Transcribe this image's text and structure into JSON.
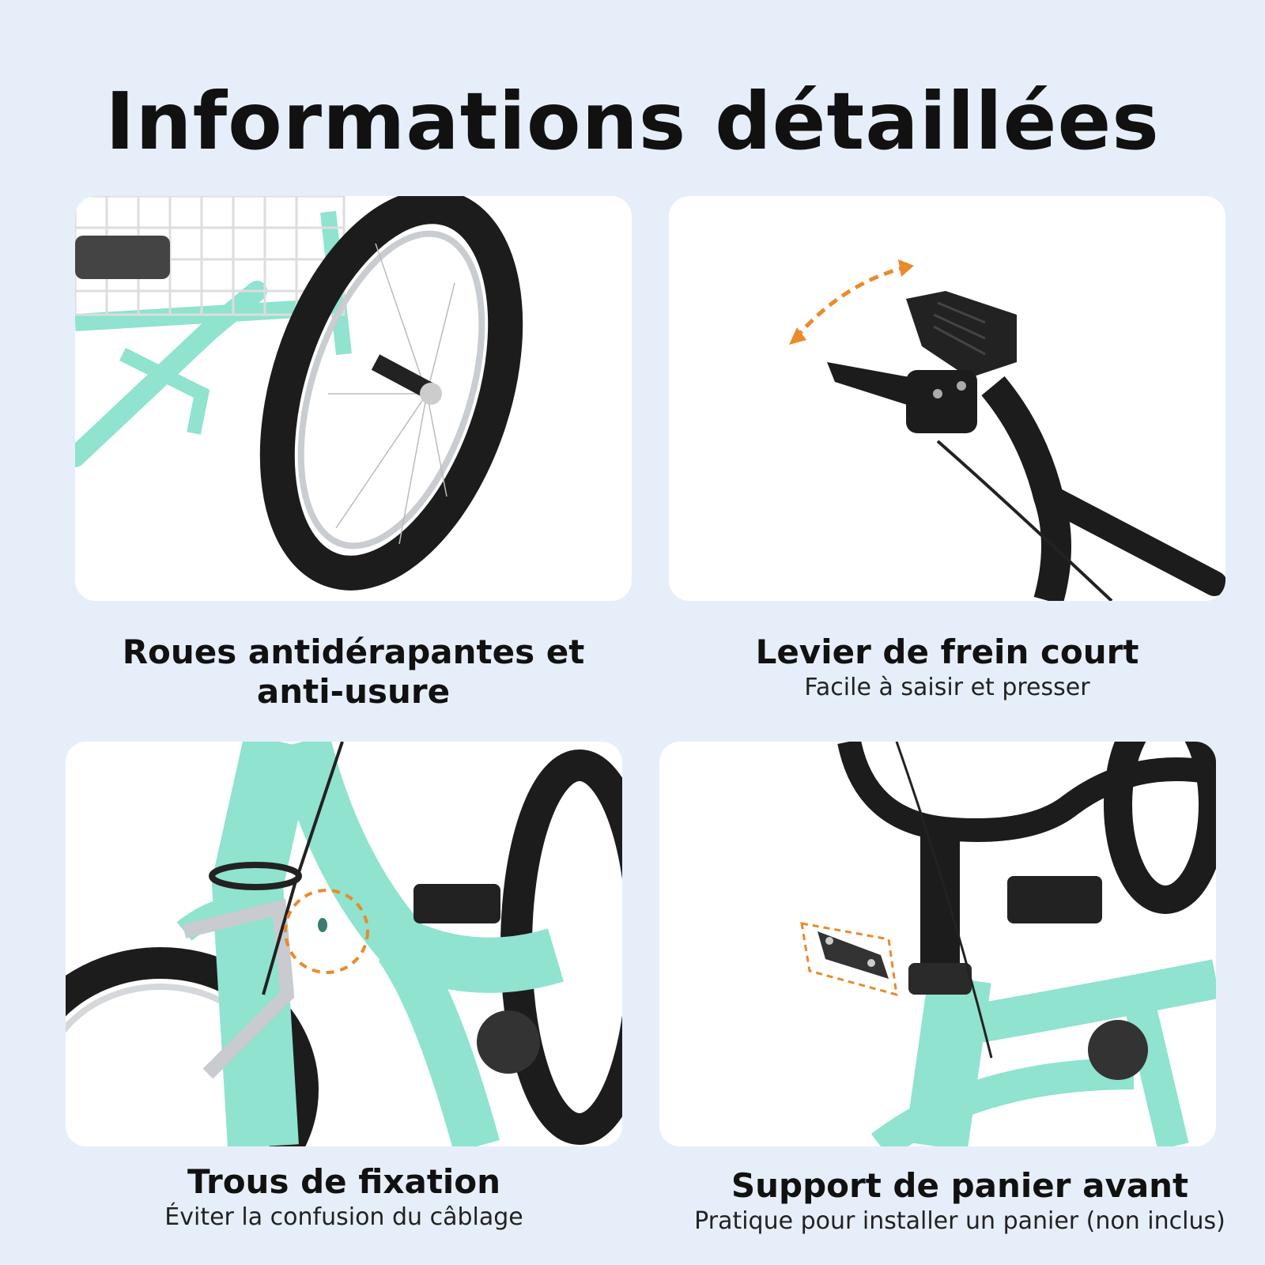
{
  "title": "Informations détaillées",
  "panels": [
    {
      "title": "Roues antidérapantes et anti-usure",
      "subtitle": ""
    },
    {
      "title": "Levier de frein court",
      "subtitle": "Facile à saisir et presser"
    },
    {
      "title": "Trous de fixation",
      "subtitle": "Éviter la confusion du câblage"
    },
    {
      "title": "Support de panier avant",
      "subtitle": "Pratique pour installer un panier (non inclus)"
    }
  ],
  "colors": {
    "background": "#e6eff9",
    "frame": "#8fe3cf",
    "tire": "#1c1c1c",
    "accent": "#e98a2c"
  }
}
